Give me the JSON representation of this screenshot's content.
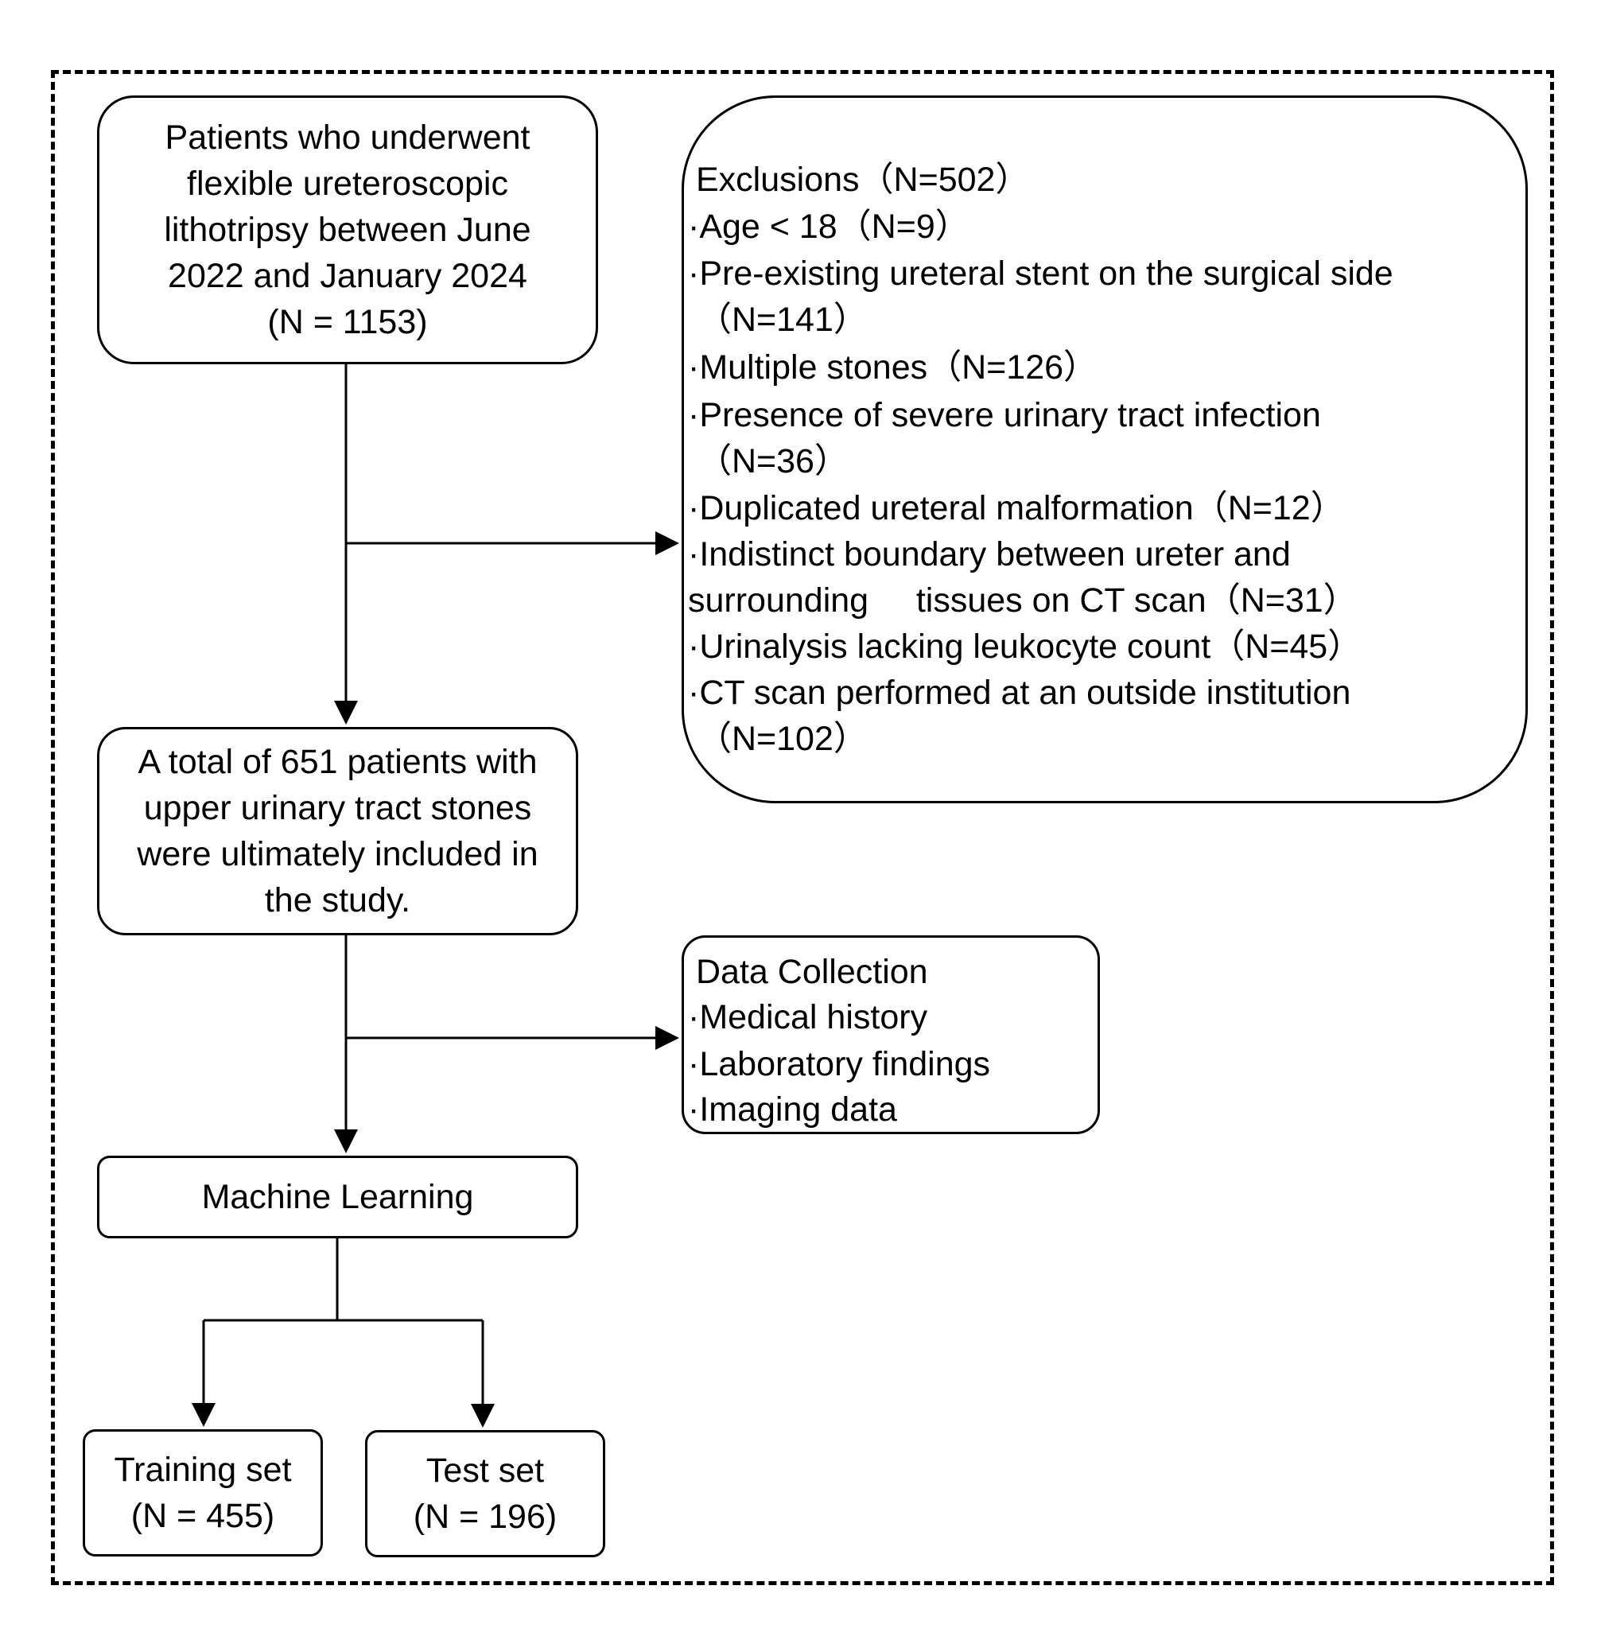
{
  "start": {
    "lines": [
      "Patients who underwent",
      "flexible ureteroscopic",
      "lithotripsy between June",
      "2022 and January 2024",
      "(N = 1153)"
    ]
  },
  "exclusions": {
    "title": "Exclusions（N=502）",
    "lines": [
      "·Age < 18（N=9）",
      "·Pre-existing ureteral stent on the surgical side",
      " （N=141）",
      "·Multiple stones（N=126）",
      "·Presence of severe urinary tract infection",
      " （N=36）",
      "·Duplicated ureteral malformation（N=12）",
      "·Indistinct boundary between ureter and",
      "surrounding     tissues on CT scan（N=31）",
      "·Urinalysis lacking leukocyte count（N=45）",
      "·CT scan performed at an outside institution",
      " （N=102）"
    ]
  },
  "included": {
    "lines": [
      "A total of 651 patients with",
      "upper urinary tract stones",
      "were ultimately included in",
      "the study."
    ]
  },
  "data_collection": {
    "title": "Data Collection",
    "lines": [
      "·Medical history",
      "·Laboratory findings",
      "·Imaging data"
    ]
  },
  "machine_learning": {
    "label": "Machine Learning"
  },
  "training_set": {
    "lines": [
      "Training set",
      "(N = 455)"
    ]
  },
  "test_set": {
    "lines": [
      "Test set",
      "(N = 196)"
    ]
  }
}
